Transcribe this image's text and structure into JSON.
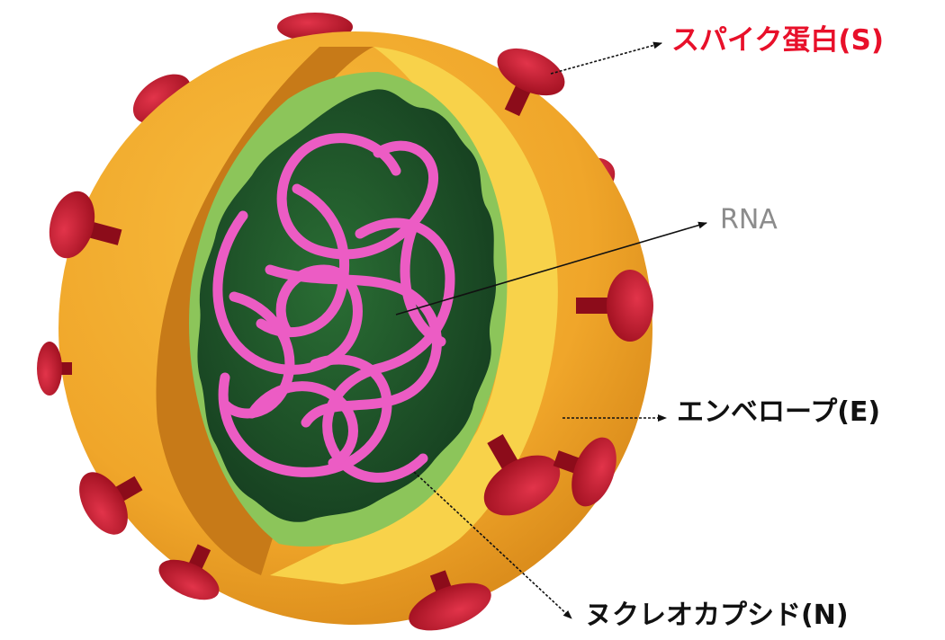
{
  "labels": {
    "spike": "スパイク蛋白(S)",
    "rna": "RNA",
    "envelope": "エンベロープ(E)",
    "nucleocapsid": "ヌクレオカプシド(N)"
  },
  "colors": {
    "spike_label": "#e8102a",
    "rna_label": "#8c8c8c",
    "dark_label": "#111111",
    "envelope_outer": "#f0a62a",
    "envelope_dark": "#c77a18",
    "envelope_inner_light": "#f8d24a",
    "capsid_light": "#8cc55a",
    "capsid_dark": "#1f5a2c",
    "rna_strand": "#ec5cc4",
    "spike_protein": "#c0182c"
  }
}
